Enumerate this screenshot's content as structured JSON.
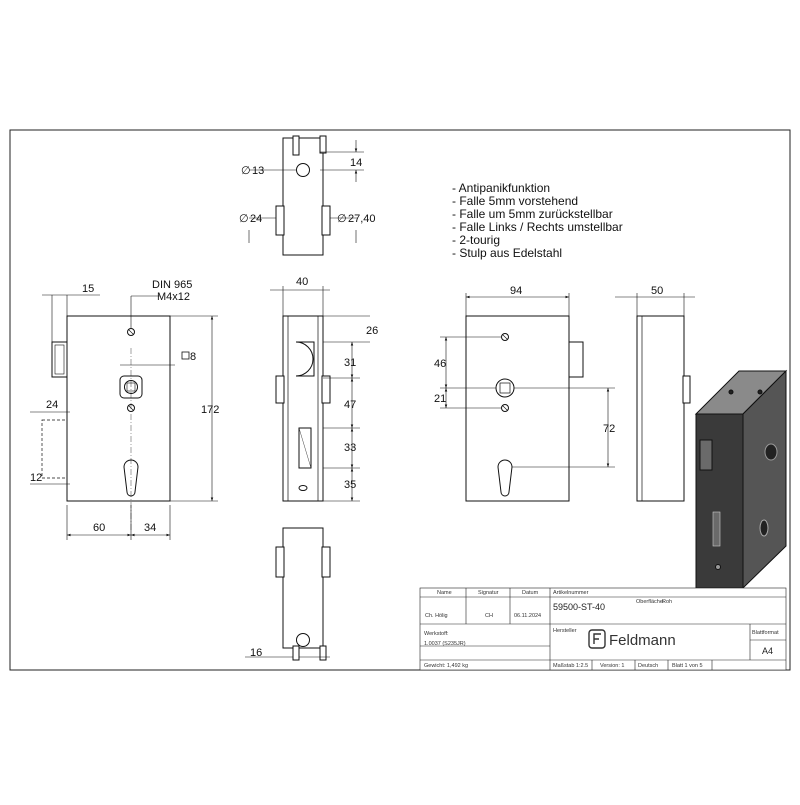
{
  "features": [
    "- Antipanikfunktion",
    "- Falle 5mm vorstehend",
    "- Falle um 5mm zurückstellbar",
    "- Falle Links / Rechts umstellbar",
    "- 2-tourig",
    "- Stulp aus Edelstahl"
  ],
  "dimensions": {
    "top_dia_13": "13",
    "top_14": "14",
    "top_dia_24": "24",
    "top_dia_27_40": "27,40",
    "front_15": "15",
    "front_din": "DIN 965",
    "front_screw": "M4x12",
    "front_square": "8",
    "front_172": "172",
    "front_24": "24",
    "front_12": "12",
    "front_60": "60",
    "front_34": "34",
    "side_40": "40",
    "side_26": "26",
    "side_31": "31",
    "side_47": "47",
    "side_33": "33",
    "side_35": "35",
    "bottom_16": "16",
    "back_94": "94",
    "back_46": "46",
    "back_21": "21",
    "back_72": "72",
    "side2_50": "50"
  },
  "symbols": {
    "diameter": "∅",
    "square": "□"
  },
  "title_block": {
    "col_name": "Name",
    "col_signature": "Signatur",
    "col_date": "Datum",
    "author": "Ch. Hölig",
    "signature": "CH",
    "date": "06.11.2024",
    "article_label": "Artikelnummer",
    "article_number": "59500-ST-40",
    "surface_label": "Oberfläche:",
    "surface_value": "Roh",
    "material_label": "Werkstoff:",
    "material_value": "1.0037 (S235JR)",
    "manufacturer_label": "Hersteller",
    "brand": "Feldmann",
    "format_label": "Blattformat",
    "format_value": "A4",
    "weight": "Gewicht: 1,492 kg",
    "scale": "Maßstab 1:2.5",
    "version": "Version: 1",
    "language": "Deutsch",
    "sheet": "Blatt 1 von 5"
  }
}
